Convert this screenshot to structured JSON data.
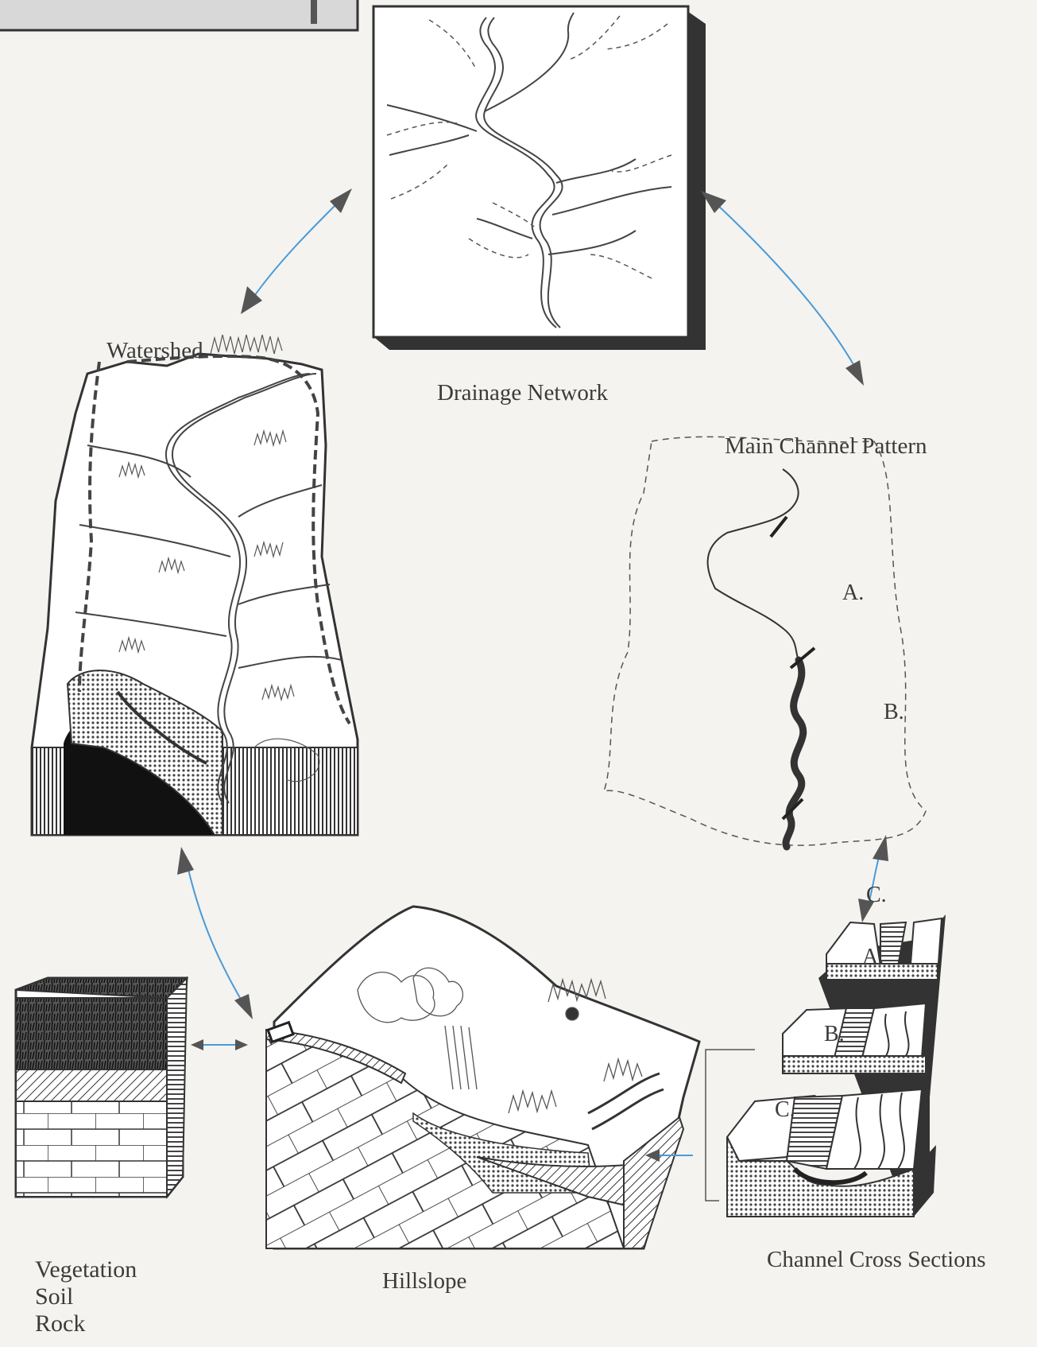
{
  "labels": {
    "watershed": "Watershed",
    "drainage_network": "Drainage Network",
    "main_channel_pattern": "Main Channel Pattern",
    "hillslope": "Hillslope",
    "channel_cross_sections": "Channel Cross Sections",
    "layers": [
      "Vegetation",
      "Soil",
      "Rock"
    ],
    "section_a": "A.",
    "section_b": "B.",
    "section_c": "C."
  },
  "colors": {
    "arrow_shaft": "#4a9ad6",
    "arrow_head": "#555555",
    "ink": "#333333",
    "paper": "#f4f3f0"
  }
}
